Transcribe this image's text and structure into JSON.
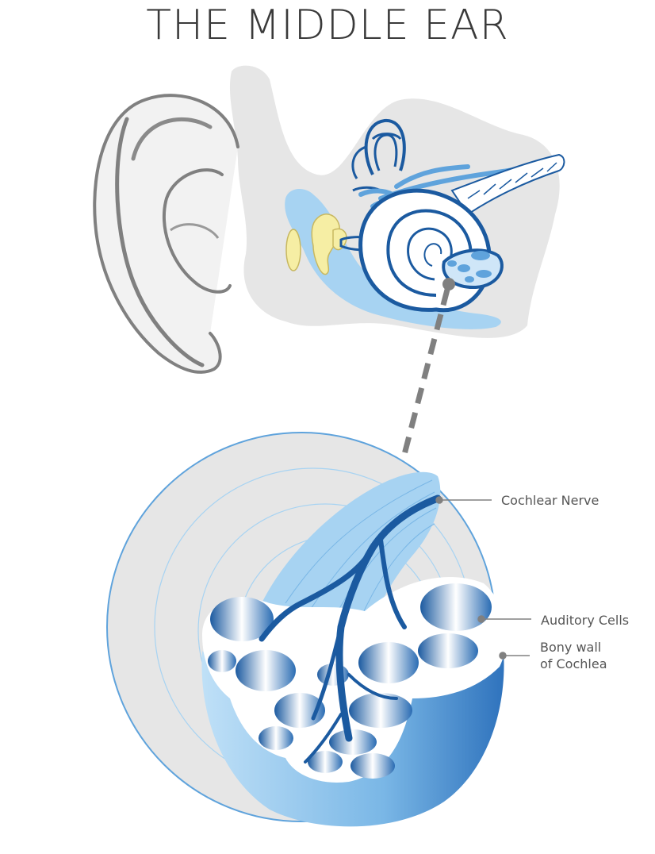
{
  "title": "THE MIDDLE EAR",
  "labels": {
    "cochlear_nerve": "Cochlear Nerve",
    "auditory_cells": "Auditory Cells",
    "bony_wall_line1": "Bony wall",
    "bony_wall_line2": "of Cochlea"
  },
  "colors": {
    "bone_gray": "#e6e6e6",
    "ear_outline": "#808080",
    "light_blue": "#a7d3f2",
    "mid_blue": "#5fa3dc",
    "dark_blue": "#1b5aa0",
    "ossicle_yellow": "#f6eea4",
    "leader_gray": "#808080"
  }
}
